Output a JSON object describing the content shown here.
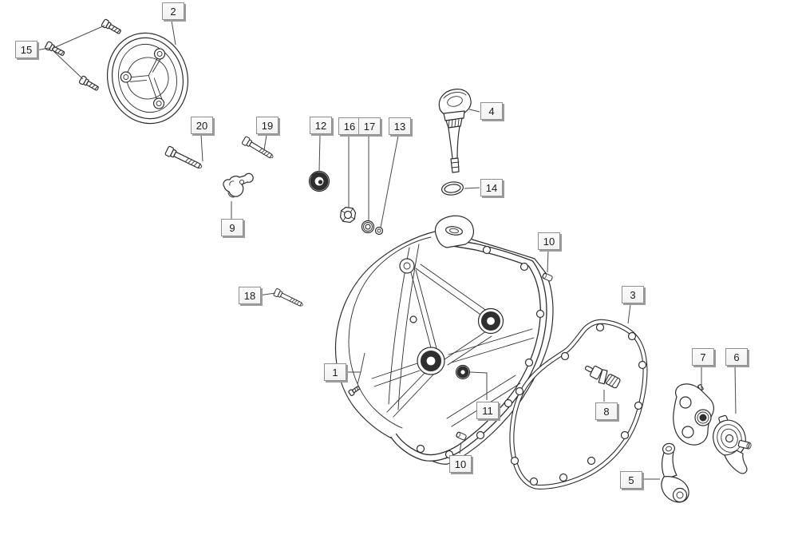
{
  "colors": {
    "background": "#ffffff",
    "line": "#2e2e2e",
    "leader": "#4a4a4a",
    "label_bg": "#f2f2f2",
    "label_border": "#8f8f8f",
    "label_shadow": "#9c9c9c",
    "label_text": "#1b1b1b"
  },
  "callouts": {
    "c1": {
      "number": "1"
    },
    "c2": {
      "number": "2"
    },
    "c3": {
      "number": "3"
    },
    "c4": {
      "number": "4"
    },
    "c5": {
      "number": "5"
    },
    "c6": {
      "number": "6"
    },
    "c7": {
      "number": "7"
    },
    "c8": {
      "number": "8"
    },
    "c9": {
      "number": "9"
    },
    "c10a": {
      "number": "10"
    },
    "c10b": {
      "number": "10"
    },
    "c11": {
      "number": "11"
    },
    "c12": {
      "number": "12"
    },
    "c13": {
      "number": "13"
    },
    "c14": {
      "number": "14"
    },
    "c15": {
      "number": "15"
    },
    "c16": {
      "number": "16"
    },
    "c17": {
      "number": "17"
    },
    "c18": {
      "number": "18"
    },
    "c19": {
      "number": "19"
    },
    "c20": {
      "number": "20"
    }
  }
}
